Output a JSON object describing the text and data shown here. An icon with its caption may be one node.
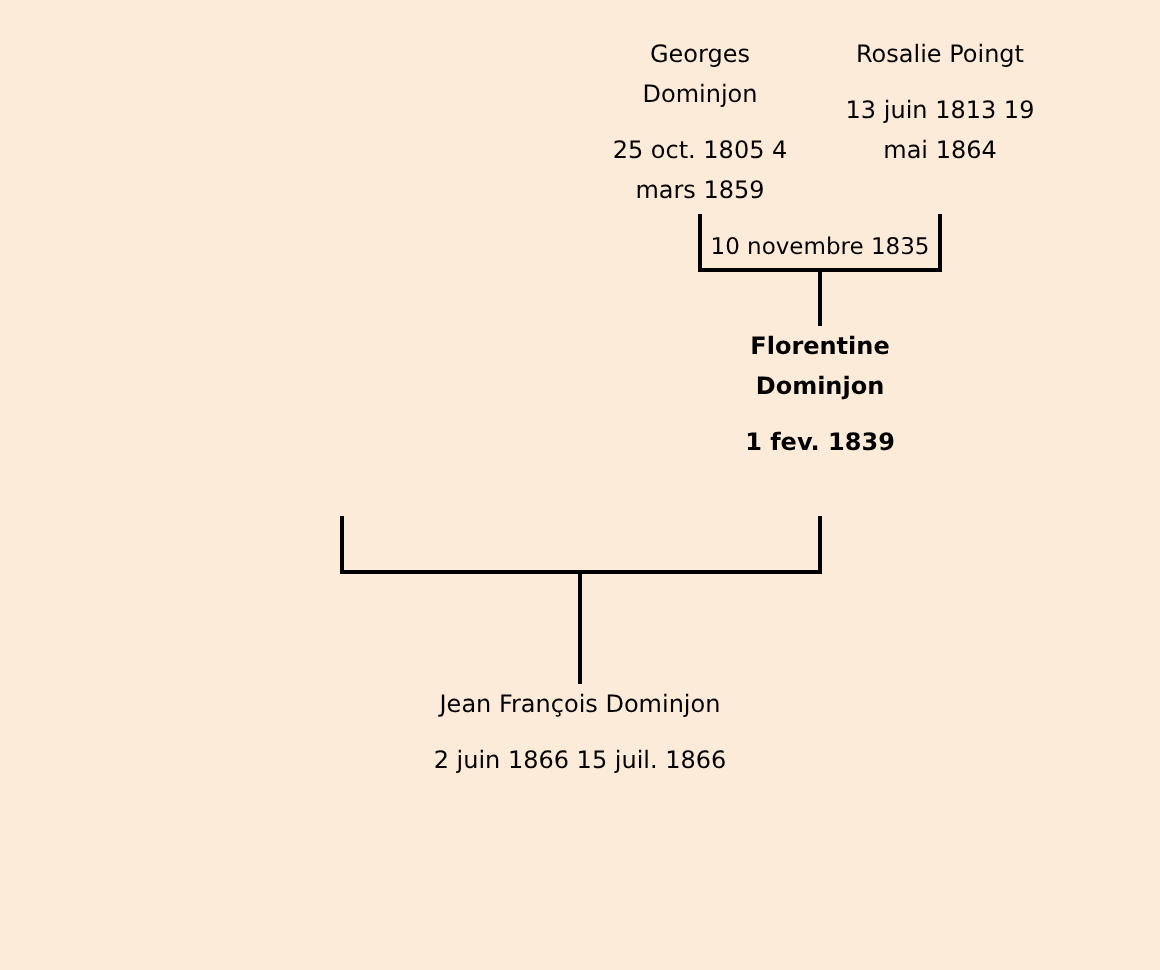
{
  "diagram": {
    "nodes": [
      {
        "text": [
          "Georges Dominjon",
          "25 oct. 1805 4 mars 1859"
        ]
      },
      {
        "text": [
          "Rosalie Poingt",
          "13 juin 1813 19 mai 1864"
        ]
      },
      {
        "text": [
          "Florentine Dominjon",
          "1 fev. 1839"
        ]
      },
      {
        "text": [
          "Jean François Dominjon",
          "2 juin 1866 15 juil. 1866"
        ]
      }
    ],
    "edges": [
      {
        "from": 0,
        "to": 2,
        "arrow": "none"
      },
      {
        "from": 1,
        "to": 2,
        "arrow": "none"
      },
      {
        "from": 2,
        "to": 3,
        "arrow": "none"
      },
      {
        "from": null,
        "to": 3,
        "arrow": "none"
      }
    ],
    "labels": [
      "10 novembre 1835"
    ]
  }
}
